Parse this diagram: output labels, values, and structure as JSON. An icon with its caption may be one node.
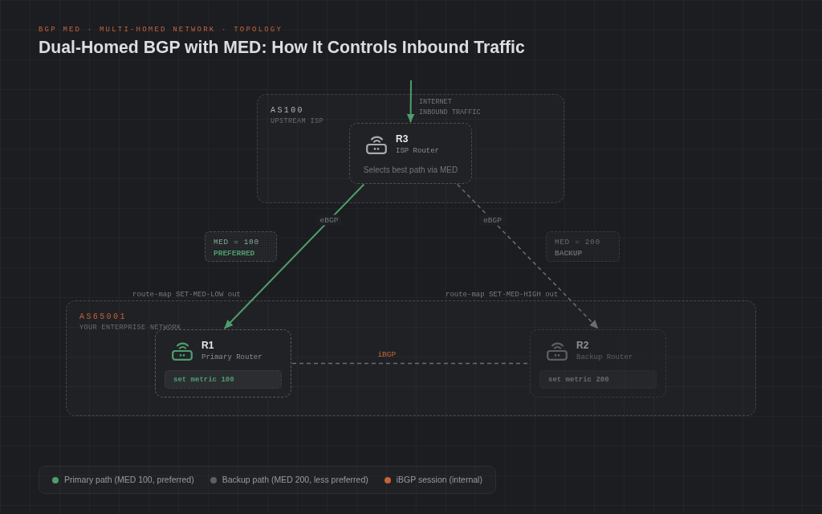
{
  "diagram": {
    "title": "Dual-Homed BGP with MED: How It Controls Inbound Traffic",
    "nodes": [
      {
        "text": [
          "AS100",
          "UPSTREAM ISP"
        ]
      },
      {
        "text": [
          "R3",
          "ISP Router",
          "Selects best path via MED"
        ],
        "in": 0
      },
      {
        "text": [
          "MED = 100",
          "PREFERRED"
        ]
      },
      {
        "text": [
          "MED = 200",
          "BACKUP"
        ]
      },
      {
        "text": [
          "AS65001",
          "YOUR ENTERPRISE NETWORK"
        ]
      },
      {
        "text": [
          "R1",
          "Primary Router",
          "set metric 100"
        ],
        "in": 4
      },
      {
        "text": [
          "R2",
          "Backup Router",
          "set metric 200"
        ],
        "in": 4
      }
    ],
    "edges": [
      {
        "from": null,
        "to": 1,
        "arrow": "to",
        "label": "INTERNET INBOUND TRAFFIC",
        "color": "#4f9d6e"
      },
      {
        "from": 1,
        "to": 5,
        "arrow": "to",
        "label": "eBGP",
        "color": "#4f9d6e"
      },
      {
        "from": 1,
        "to": 6,
        "arrow": "to",
        "label": "eBGP",
        "style": "dashed"
      },
      {
        "from": 5,
        "to": 6,
        "arrow": "none",
        "label": "iBGP",
        "style": "dashed"
      }
    ],
    "labels": [
      "BGP MED · MULTI-HOMED NETWORK · TOPOLOGY",
      "route-map SET-MED-LOW out",
      "route-map SET-MED-HIGH out"
    ],
    "legend": [
      {
        "text": "Primary path (MED 100, preferred)",
        "color": "#4f9d6e"
      },
      {
        "text": "Backup path (MED 200, less preferred)",
        "color": "#5c5f65"
      },
      {
        "text": "iBGP session (internal)",
        "color": "#c4643a"
      }
    ]
  }
}
